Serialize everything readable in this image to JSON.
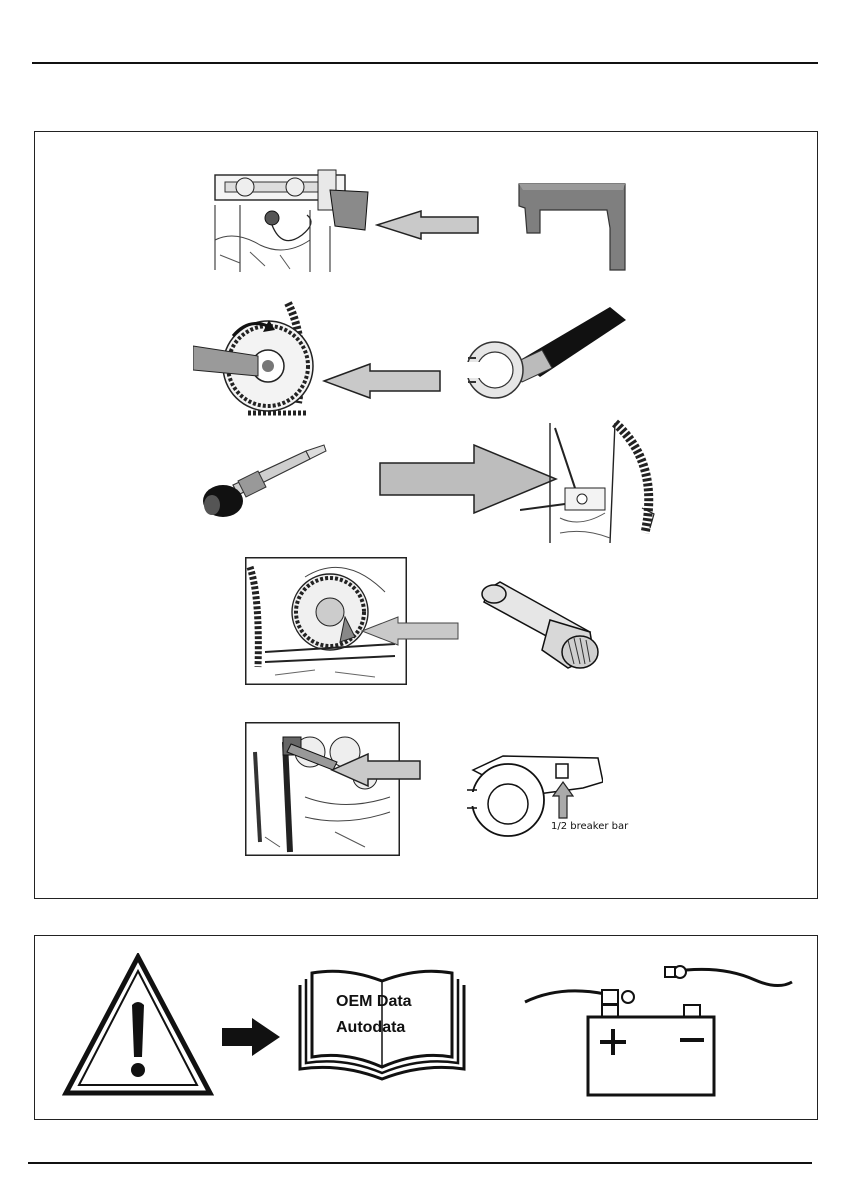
{
  "tools_panel": {
    "breaker_bar_label": "1/2 breaker bar"
  },
  "safety_panel": {
    "book_line_1": "OEM Data",
    "book_line_2": "Autodata"
  },
  "icons": {
    "warning": "warning-triangle-icon",
    "arrow": "arrow-right-icon",
    "manual": "manual-book-icon",
    "battery": "battery-disconnect-icon"
  }
}
